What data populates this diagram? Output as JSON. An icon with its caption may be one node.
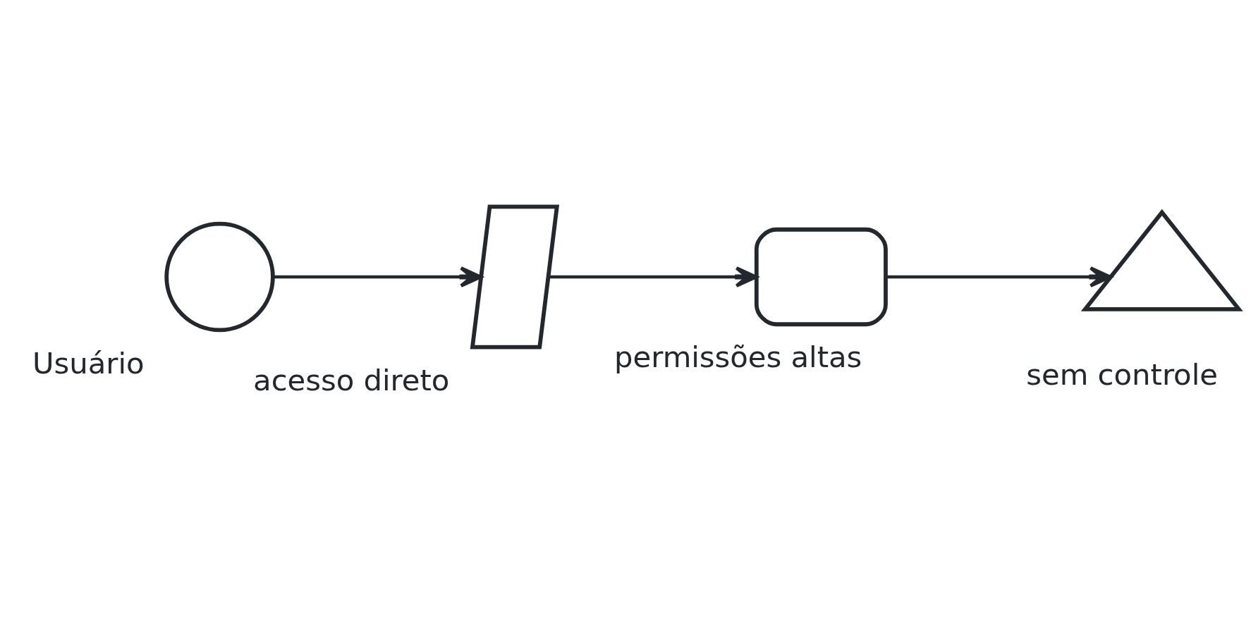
{
  "diagram": {
    "nodes": [
      {
        "text": [
          "Usuário"
        ]
      },
      {
        "text": [
          "acesso direto"
        ]
      },
      {
        "text": [
          "permissões altas"
        ]
      },
      {
        "text": [
          "sem controle"
        ]
      }
    ],
    "edges": [
      {
        "from": 0,
        "to": 1,
        "arrow": "to"
      },
      {
        "from": 1,
        "to": 2,
        "arrow": "to"
      },
      {
        "from": 2,
        "to": 3,
        "arrow": "to"
      }
    ]
  }
}
